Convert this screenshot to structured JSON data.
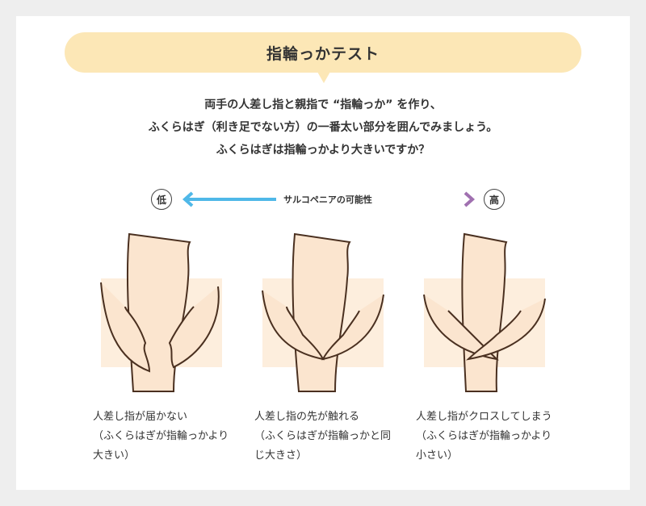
{
  "title": "指輪っかテスト",
  "intro": [
    "両手の人差し指と親指で “指輪っか” を作り、",
    "ふくらはぎ（利き足でない方）の一番太い部分を囲んでみましょう。",
    "ふくらはぎは指輪っかより大きいですか？"
  ],
  "scale": {
    "low": "低",
    "high": "高",
    "label": "サルコペニアの可能性",
    "low_color": "#4fb8e8",
    "high_color": "#9a78b8"
  },
  "results": [
    {
      "line1": "人差し指が届かない",
      "line2": "（ふくらはぎが指輪っかより",
      "line3": "大きい）"
    },
    {
      "line1": "人差し指の先が触れる",
      "line2": "（ふくらはぎが指輪っかと同",
      "line3": "じ大きさ）"
    },
    {
      "line1": "人差し指がクロスしてしまう",
      "line2": "（ふくらはぎが指輪っかより",
      "line3": "小さい）"
    }
  ],
  "skin_color": "#fbe5cf"
}
